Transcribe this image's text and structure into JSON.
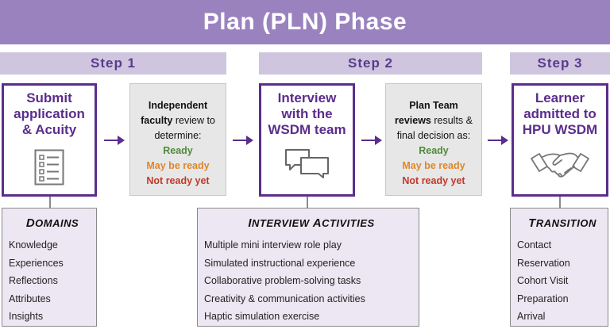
{
  "title": "Plan (PLN) Phase",
  "steps": [
    {
      "label": "Step 1"
    },
    {
      "label": "Step 2"
    },
    {
      "label": "Step 3"
    }
  ],
  "boxes": {
    "submit": "Submit\napplication\n& Acuity",
    "interview": "Interview\nwith the\nWSDM team",
    "admitted": "Learner\nadmitted to\nHPU WSDM"
  },
  "review1": {
    "line1": "Independent",
    "line2_bold": "faculty",
    "line2_rest": " review to",
    "line3": "determine:",
    "ready": "Ready",
    "maybe": "May be ready",
    "notready": "Not ready yet"
  },
  "review2": {
    "line1": "Plan Team",
    "line2_bold": "reviews",
    "line2_rest": " results &",
    "line3": "final decision as:",
    "ready": "Ready",
    "maybe": "May be ready",
    "notready": "Not ready yet"
  },
  "domains": {
    "heading_cap": "D",
    "heading_rest": "OMAINS",
    "items": [
      "Knowledge",
      "Experiences",
      "Reflections",
      "Attributes",
      "Insights"
    ]
  },
  "activities": {
    "heading_cap": "I",
    "heading_rest": "NTERVIEW ",
    "heading_cap2": "A",
    "heading_rest2": "CTIVITIES",
    "items": [
      "Multiple mini interview role play",
      "Simulated instructional experience",
      "Collaborative problem-solving tasks",
      "Creativity & communication activities",
      "Haptic simulation exercise"
    ]
  },
  "transition": {
    "heading_cap": "T",
    "heading_rest": "RANSITION",
    "items": [
      "Contact",
      "Reservation",
      "Cohort Visit",
      "Preparation",
      "Arrival"
    ]
  },
  "icons": {
    "checklist": "checklist-icon",
    "chat": "chat-bubbles-icon",
    "handshake": "handshake-icon"
  },
  "colors": {
    "title_bg": "#9a82bf",
    "step_bg": "#cfc5df",
    "accent": "#5b2d8c",
    "ready": "#4f8a3c",
    "maybe": "#e0862a",
    "notready": "#c0392b",
    "list_bg": "#ece7f3"
  }
}
